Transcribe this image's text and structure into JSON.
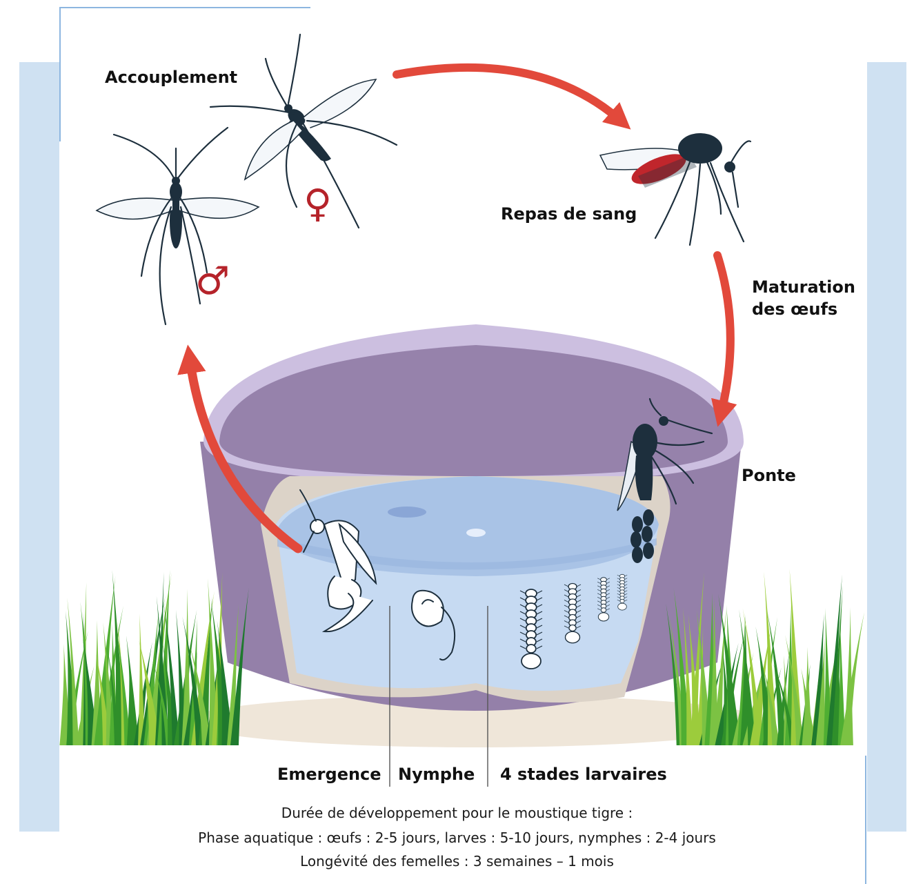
{
  "colors": {
    "arrow": "#e2493b",
    "bucket": "#9682ab",
    "bucket_rim": "#c5b5dc",
    "water": "#bcd3ee",
    "grass": "#3f9e2f",
    "side_band": "#cfe1f2",
    "symbol": "#b5232a"
  },
  "labels": {
    "accouplement": "Accouplement",
    "repas": "Repas de sang",
    "maturation_line1": "Maturation",
    "maturation_line2": "des œufs",
    "ponte": "Ponte",
    "emergence": "Emergence",
    "nymphe": "Nymphe",
    "larves": "4 stades larvaires"
  },
  "symbols": {
    "female": "♀",
    "male": "♂"
  },
  "caption": {
    "line1": "Durée de développement pour le moustique tigre :",
    "line2": "Phase aquatique : œufs : 2-5 jours, larves : 5-10 jours, nymphes : 2-4 jours",
    "line3": "Longévité des femelles : 3 semaines – 1 mois"
  },
  "icons": [
    "male-mosquito-icon",
    "female-mosquito-icon",
    "feeding-mosquito-icon",
    "laying-mosquito-icon",
    "eggs-icon",
    "emerging-adult-icon",
    "pupa-icon",
    "larva-icon",
    "bucket-icon",
    "grass-icon",
    "cycle-arrow-icon"
  ]
}
